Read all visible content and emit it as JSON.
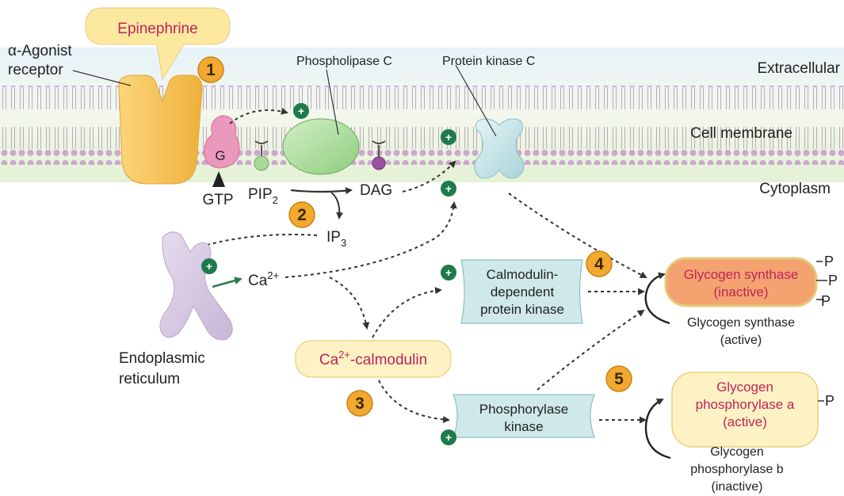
{
  "labels": {
    "epinephrine": "Epinephrine",
    "alpha_agonist_1": "α-Agonist",
    "alpha_agonist_2": "receptor",
    "phospholipase_c": "Phospholipase C",
    "protein_kinase_c": "Protein kinase C",
    "extracellular": "Extracellular",
    "cell_membrane": "Cell membrane",
    "cytoplasm": "Cytoplasm",
    "g": "G",
    "gtp": "GTP",
    "pip": "PIP",
    "pip_sub": "2",
    "dag": "DAG",
    "ip": "IP",
    "ip_sub": "3",
    "ca": "Ca",
    "ca_sup": "2+",
    "er_1": "Endoplasmic",
    "er_2": "reticulum",
    "cacal_ca": "Ca",
    "cacal_sup": "2+",
    "cacal_rest": "-calmodulin",
    "cam_kinase_1": "Calmodulin-",
    "cam_kinase_2": "dependent",
    "cam_kinase_3": "protein kinase",
    "phk_1": "Phosphorylase",
    "phk_2": "kinase",
    "gs_inactive_1": "Glycogen synthase",
    "gs_inactive_2": "(inactive)",
    "gs_active_1": "Glycogen synthase",
    "gs_active_2": "(active)",
    "gpa_1": "Glycogen",
    "gpa_2": "phosphorylase a",
    "gpa_3": "(active)",
    "gpb_1": "Glycogen",
    "gpb_2": "phosphorylase b",
    "gpb_3": "(inactive)",
    "p": "P"
  },
  "steps": [
    "1",
    "2",
    "3",
    "4",
    "5"
  ],
  "plus_sign": "+",
  "colors": {
    "receptor": "#f5c04a",
    "bubble": "#fde8a0",
    "g_protein": "#e98fb5",
    "phospholipase": "#a8d99a",
    "protein_kinase_c": "#bfe3e6",
    "er": "#d9cbe4",
    "box_blue": "#cfe8ea",
    "gs_inactive": "#f4a370",
    "step_circle": "#f2a930",
    "plus_circle": "#1f7a4c",
    "label_pink": "#c0245a"
  }
}
